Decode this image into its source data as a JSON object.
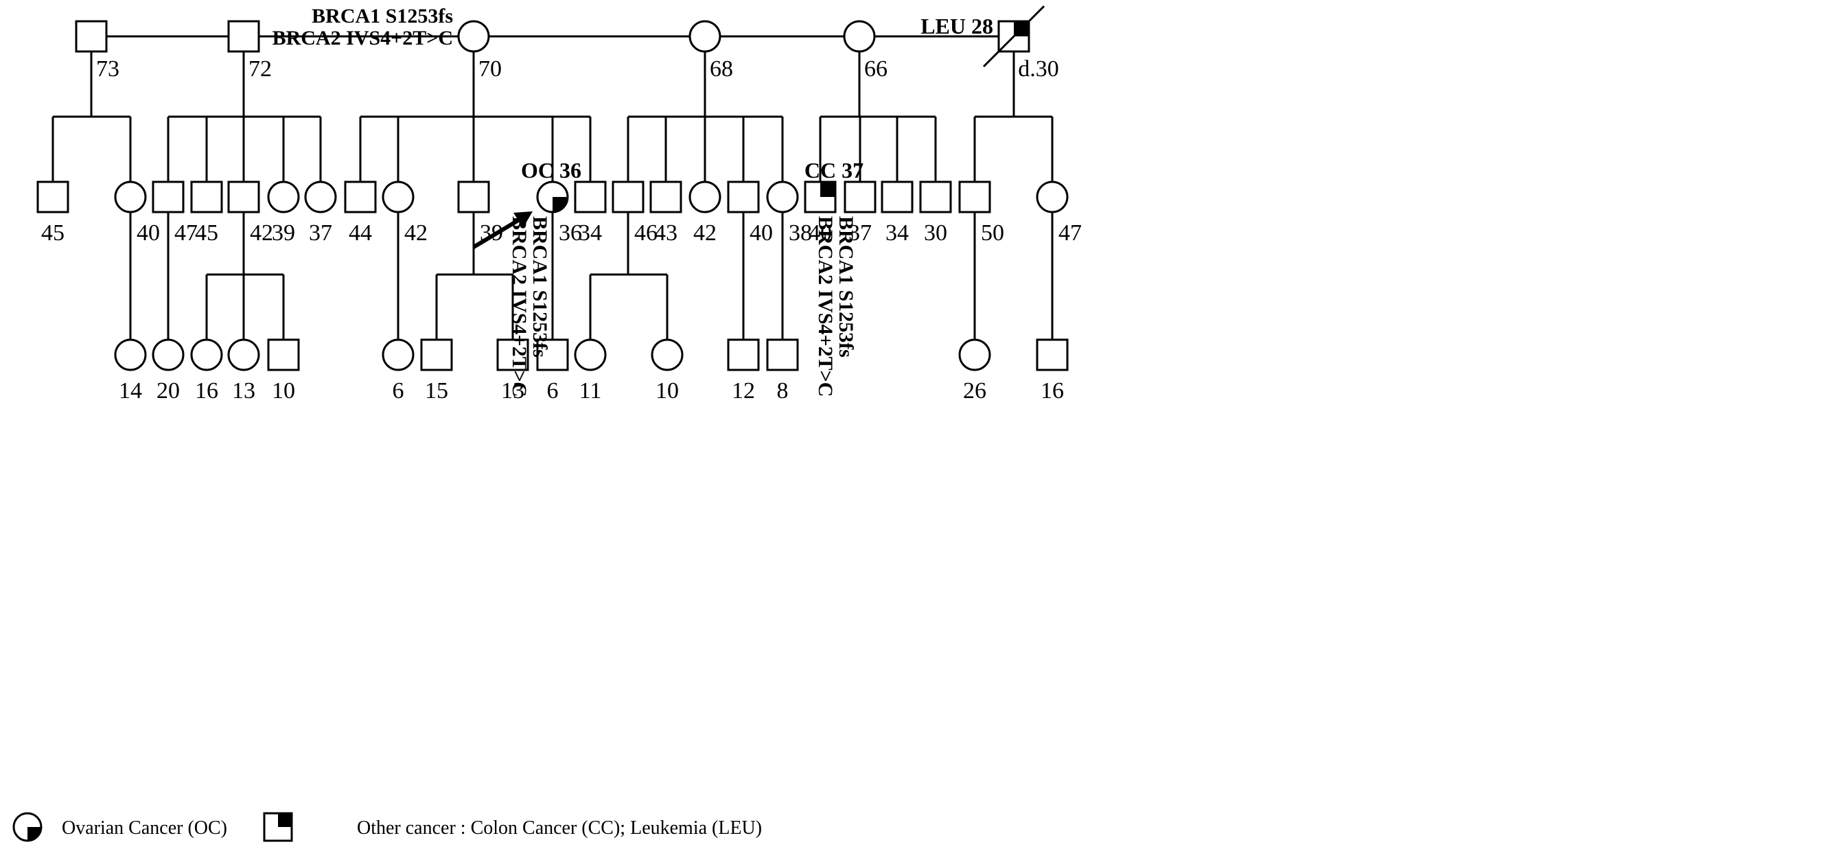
{
  "generation1": [
    {
      "sex": "male",
      "age": "73"
    },
    {
      "sex": "male",
      "age": "72"
    },
    {
      "sex": "female",
      "age": "70",
      "mutation": [
        "BRCA1 S1253fs",
        "BRCA2 IVS4+2T>C"
      ]
    },
    {
      "sex": "female",
      "age": "68"
    },
    {
      "sex": "female",
      "age": "66"
    },
    {
      "sex": "male",
      "age": "d.30",
      "deceased": true,
      "diagnosis": "LEU 28",
      "affected": "other"
    }
  ],
  "generation2": [
    {
      "sex": "male",
      "age": "45"
    },
    {
      "sex": "female",
      "age": "40"
    },
    {
      "sex": "male",
      "age": "47"
    },
    {
      "sex": "male",
      "age": "45"
    },
    {
      "sex": "male",
      "age": "42"
    },
    {
      "sex": "female",
      "age": "39"
    },
    {
      "sex": "female",
      "age": "37"
    },
    {
      "sex": "male",
      "age": "44"
    },
    {
      "sex": "female",
      "age": "42"
    },
    {
      "sex": "male",
      "age": "39"
    },
    {
      "sex": "female",
      "age": "36",
      "diagnosis": "OC 36",
      "affected": "ovarian",
      "proband": true,
      "mutation": [
        "BRCA1 S1253fs",
        "BRCA2 IVS4+2T>C"
      ]
    },
    {
      "sex": "male",
      "age": "34"
    },
    {
      "sex": "male",
      "age": "46"
    },
    {
      "sex": "male",
      "age": "43"
    },
    {
      "sex": "female",
      "age": "42"
    },
    {
      "sex": "male",
      "age": "40"
    },
    {
      "sex": "female",
      "age": "38"
    },
    {
      "sex": "male",
      "age": "40",
      "diagnosis": "CC 37",
      "affected": "other",
      "mutation": [
        "BRCA1 S1253fs",
        "BRCA2 IVS4+2T>C"
      ]
    },
    {
      "sex": "male",
      "age": "37"
    },
    {
      "sex": "male",
      "age": "34"
    },
    {
      "sex": "male",
      "age": "30"
    },
    {
      "sex": "male",
      "age": "50"
    },
    {
      "sex": "female",
      "age": "47"
    }
  ],
  "generation3": [
    {
      "sex": "female",
      "age": "14"
    },
    {
      "sex": "female",
      "age": "20"
    },
    {
      "sex": "female",
      "age": "16"
    },
    {
      "sex": "female",
      "age": "13"
    },
    {
      "sex": "male",
      "age": "10"
    },
    {
      "sex": "female",
      "age": "6"
    },
    {
      "sex": "male",
      "age": "15"
    },
    {
      "sex": "male",
      "age": "13"
    },
    {
      "sex": "male",
      "age": "6"
    },
    {
      "sex": "female",
      "age": "11"
    },
    {
      "sex": "female",
      "age": "10"
    },
    {
      "sex": "male",
      "age": "12"
    },
    {
      "sex": "male",
      "age": "8"
    },
    {
      "sex": "female",
      "age": "26"
    },
    {
      "sex": "male",
      "age": "16"
    }
  ],
  "legend": {
    "ovarian": "Ovarian  Cancer (OC)",
    "other": "Other cancer : Colon Cancer (CC); Leukemia (LEU)"
  }
}
